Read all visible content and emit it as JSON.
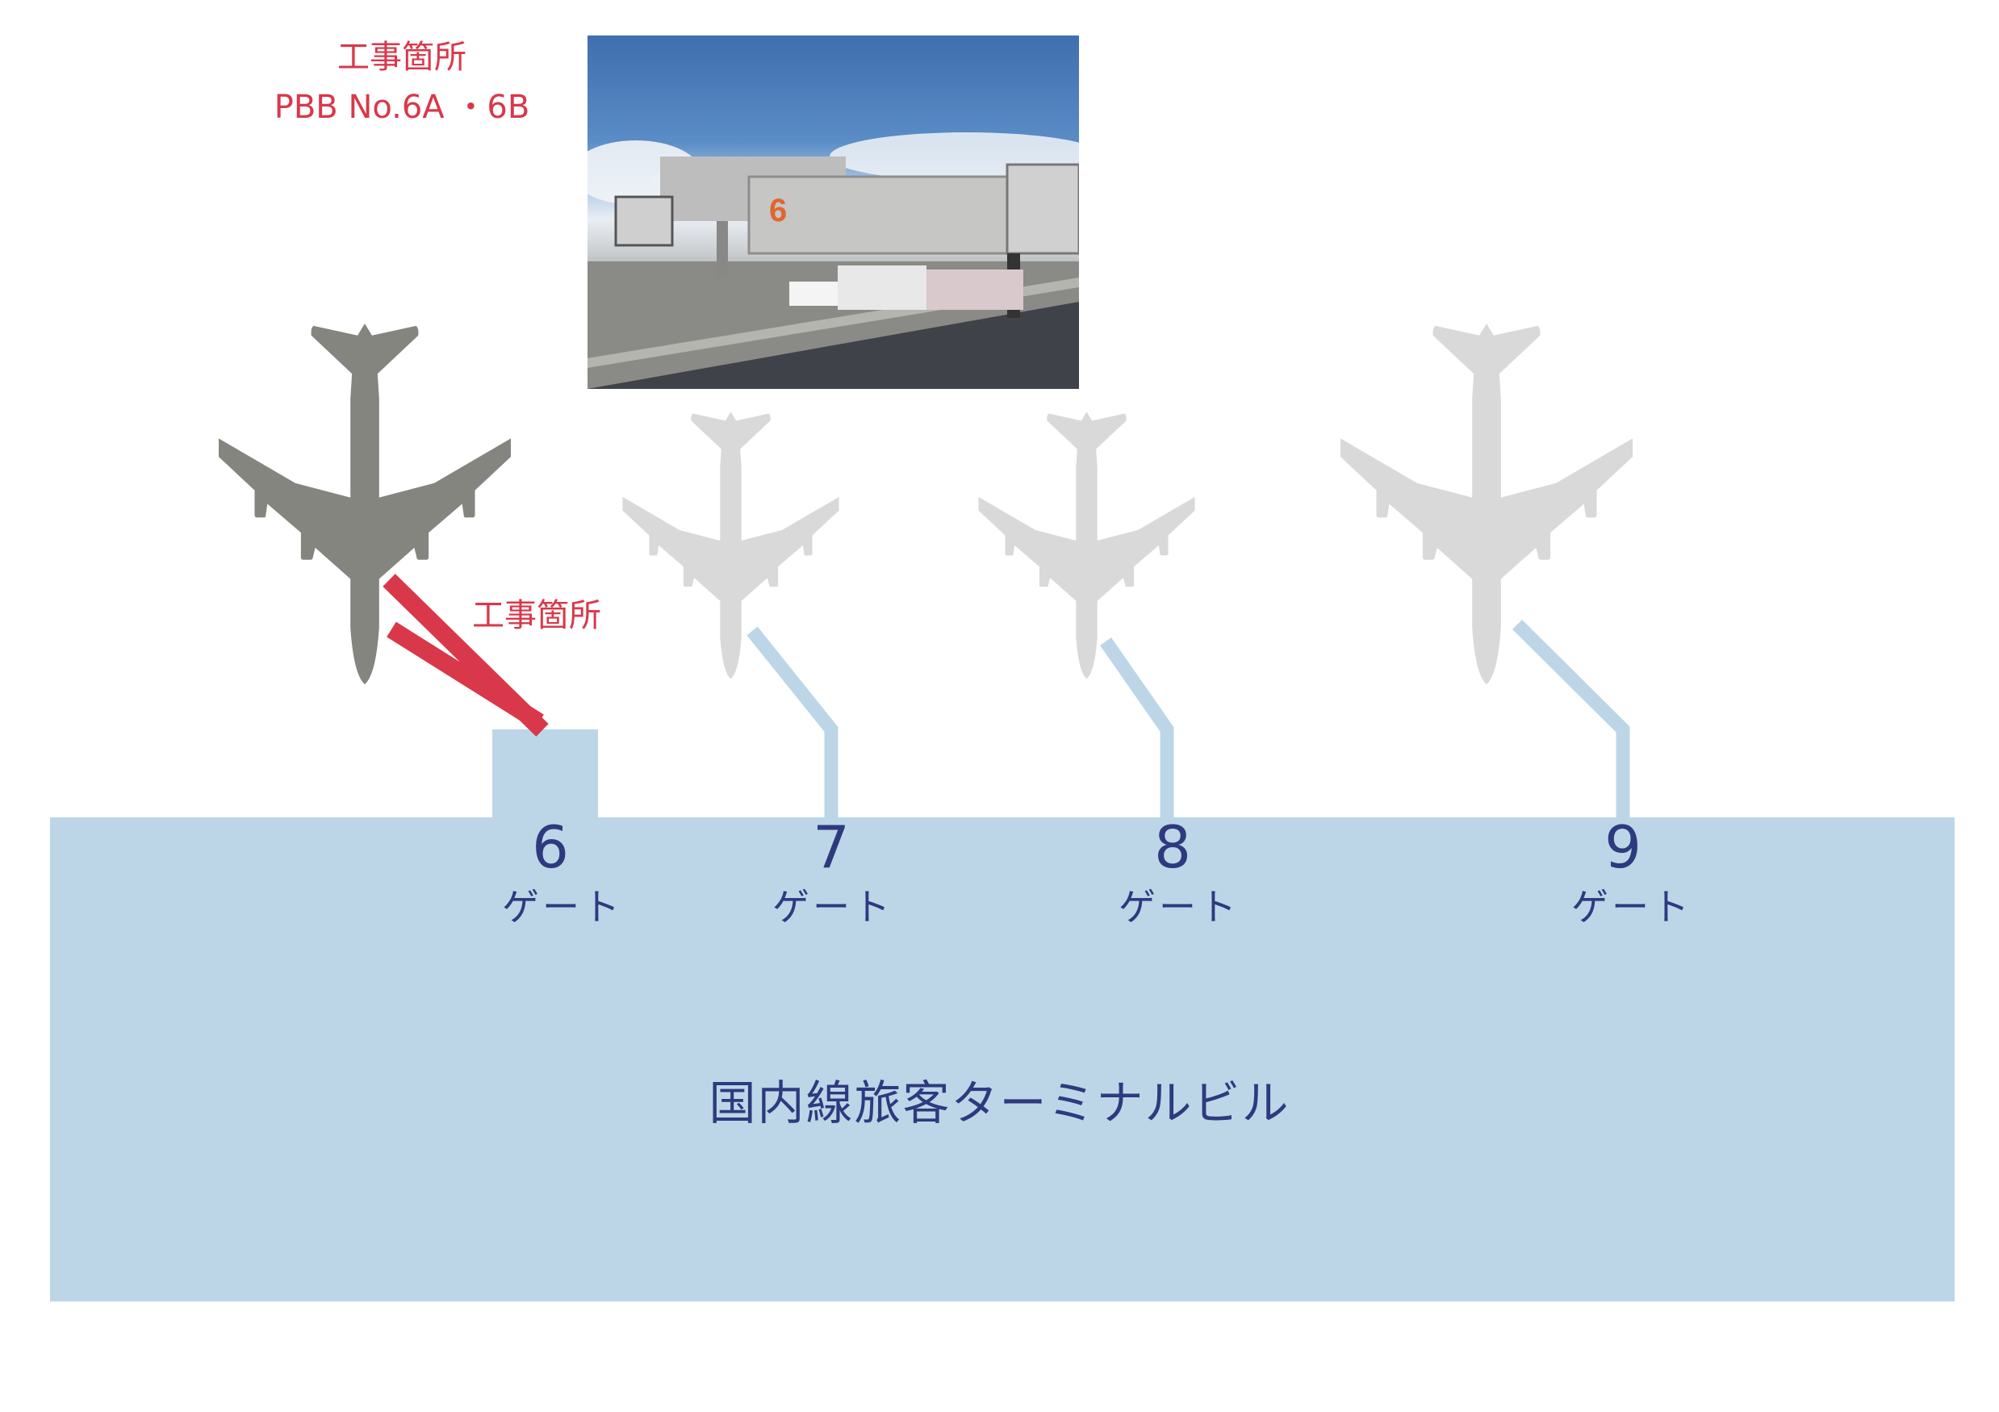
{
  "annotation": {
    "title": "工事箇所",
    "subtitle": "PBB No.6A ・6B",
    "work_area_label": "工事箇所"
  },
  "photo": {
    "bridge_number": "6"
  },
  "gates": [
    {
      "number": "6",
      "label": "ゲート",
      "under_construction": true
    },
    {
      "number": "7",
      "label": "ゲート",
      "under_construction": false
    },
    {
      "number": "8",
      "label": "ゲート",
      "under_construction": false
    },
    {
      "number": "9",
      "label": "ゲート",
      "under_construction": false
    }
  ],
  "terminal": {
    "label": "国内線旅客ターミナルビル"
  },
  "colors": {
    "terminal": "#bcd6e8",
    "text": "#2e3a7e",
    "construction": "#d9384a",
    "active_plane": "#858580",
    "inactive_plane": "#d9d9d9"
  }
}
